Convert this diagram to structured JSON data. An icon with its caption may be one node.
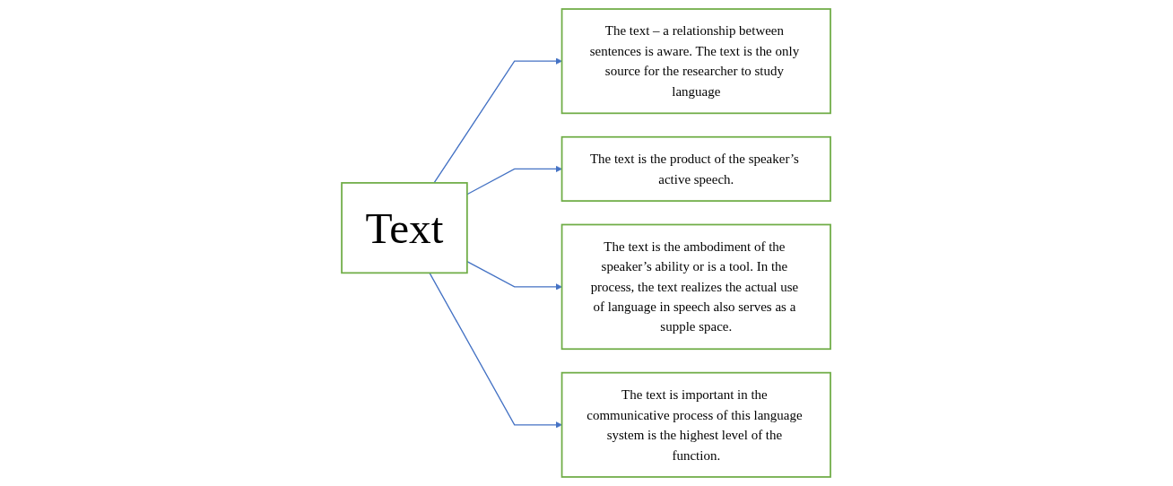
{
  "diagram": {
    "nodes": [
      {
        "text": [
          "The text – a relationship between sentences is aware. The text is the only source for the researcher to study language"
        ]
      },
      {
        "text": [
          "Text"
        ]
      },
      {
        "text": [
          "The text is the product of the speaker’s active speech."
        ]
      },
      {
        "text": [
          "The text is the ambodiment of the speaker’s ability or is a tool. In the process, the text realizes the actual use of language in speech also serves as a supple space."
        ]
      },
      {
        "text": [
          "The text is important in the communicative process of this language system is the highest level of the function."
        ]
      }
    ],
    "edges": [
      {
        "from": 1,
        "to": 0,
        "arrow": "to"
      },
      {
        "from": 1,
        "to": 2,
        "arrow": "to"
      },
      {
        "from": 1,
        "to": 3,
        "arrow": "to"
      },
      {
        "from": 1,
        "to": 4,
        "arrow": "to"
      }
    ]
  }
}
